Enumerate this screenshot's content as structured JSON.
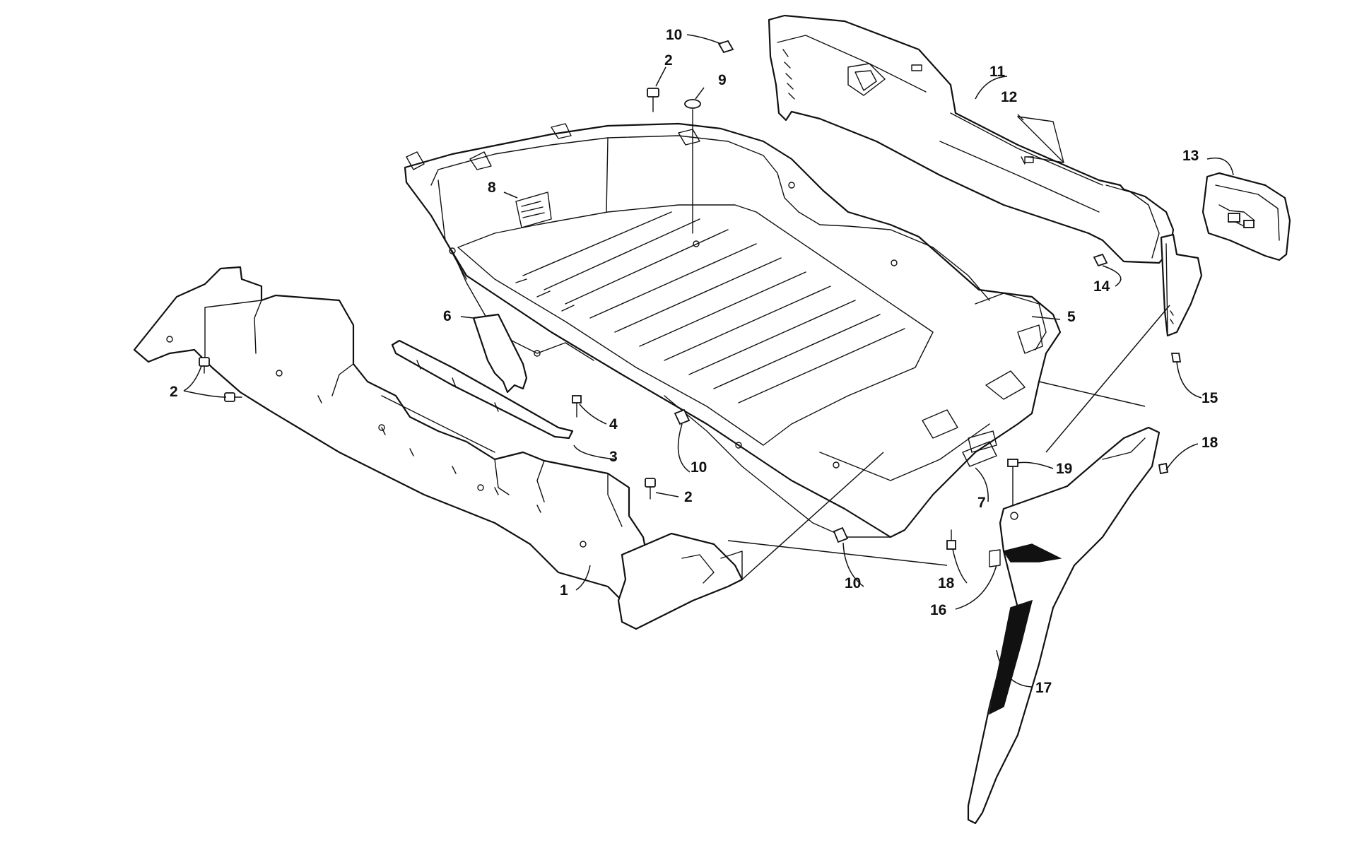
{
  "diagram": {
    "type": "exploded-parts-diagram",
    "callouts": [
      "1",
      "2",
      "3",
      "4",
      "5",
      "6",
      "7",
      "8",
      "9",
      "10",
      "11",
      "12",
      "13",
      "14",
      "15",
      "16",
      "17",
      "18",
      "19"
    ],
    "callout_instances": [
      {
        "id": "c10a",
        "label": "10"
      },
      {
        "id": "c2a",
        "label": "2"
      },
      {
        "id": "c9",
        "label": "9"
      },
      {
        "id": "c11",
        "label": "11"
      },
      {
        "id": "c12",
        "label": "12"
      },
      {
        "id": "c13",
        "label": "13"
      },
      {
        "id": "c8",
        "label": "8"
      },
      {
        "id": "c14",
        "label": "14"
      },
      {
        "id": "c5",
        "label": "5"
      },
      {
        "id": "c6",
        "label": "6"
      },
      {
        "id": "c15",
        "label": "15"
      },
      {
        "id": "c2b",
        "label": "2"
      },
      {
        "id": "c4",
        "label": "4"
      },
      {
        "id": "c3",
        "label": "3"
      },
      {
        "id": "c18a",
        "label": "18"
      },
      {
        "id": "c10b",
        "label": "10"
      },
      {
        "id": "c19",
        "label": "19"
      },
      {
        "id": "c7",
        "label": "7"
      },
      {
        "id": "c2c",
        "label": "2"
      },
      {
        "id": "c10c",
        "label": "10"
      },
      {
        "id": "c18b",
        "label": "18"
      },
      {
        "id": "c1",
        "label": "1"
      },
      {
        "id": "c16",
        "label": "16"
      },
      {
        "id": "c17",
        "label": "17"
      }
    ],
    "colors": {
      "line": "#111111",
      "fill": "#ffffff",
      "background": "#ffffff"
    }
  }
}
